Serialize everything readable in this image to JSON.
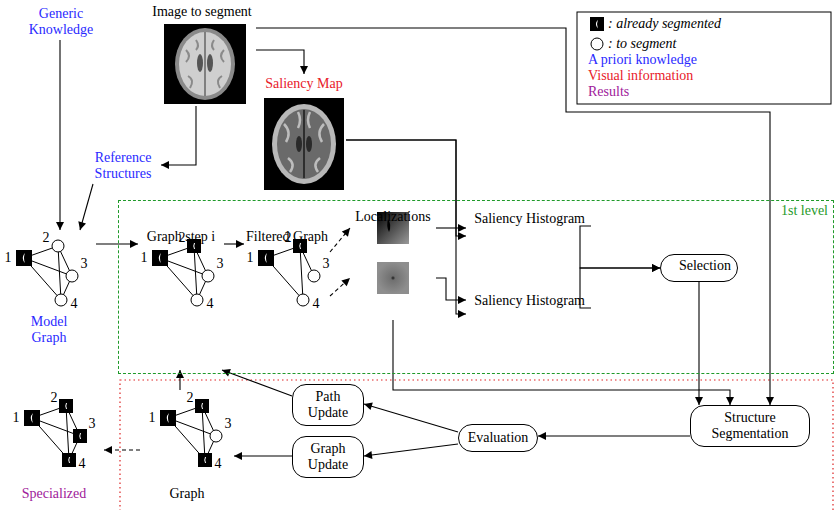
{
  "diagram": {
    "nodes": [
      {
        "text": [
          "Generic Knowledge"
        ]
      },
      {
        "text": [
          "Image to segment"
        ]
      },
      {
        "text": [
          "Reference Structures"
        ]
      },
      {
        "text": [
          "Saliency Map"
        ]
      },
      {
        "text": [
          "Model Graph"
        ]
      },
      {
        "text": [
          "1st level"
        ]
      },
      {
        "text": [
          "Graph step i"
        ],
        "in": 5
      },
      {
        "text": [
          "Filtered Graph"
        ],
        "in": 5
      },
      {
        "text": [
          "Localizations"
        ],
        "in": 5
      },
      {
        "text": [
          "Saliency Histogram"
        ],
        "in": 5
      },
      {
        "text": [
          "Saliency Histogram"
        ],
        "in": 5
      },
      {
        "text": [
          "Selection"
        ],
        "in": 5
      },
      {
        "text": [
          "Structure Segmentation"
        ]
      },
      {
        "text": [
          "Evaluation"
        ]
      },
      {
        "text": [
          "Path Update"
        ]
      },
      {
        "text": [
          "Graph Update"
        ]
      },
      {
        "text": [
          "Graph"
        ]
      },
      {
        "text": [
          "Specialized"
        ]
      }
    ],
    "edges": [
      {
        "from": 0,
        "to": 4,
        "arrow": "to"
      },
      {
        "from": 2,
        "to": 4,
        "arrow": "to"
      },
      {
        "from": 1,
        "to": 2,
        "arrow": "to"
      },
      {
        "from": 1,
        "to": 3,
        "arrow": "to"
      },
      {
        "from": 1,
        "to": 12,
        "arrow": "to"
      },
      {
        "from": 4,
        "to": 6,
        "arrow": "to"
      },
      {
        "from": 6,
        "to": 7,
        "arrow": "to"
      },
      {
        "from": 7,
        "to": 8,
        "arrow": "to"
      },
      {
        "from": 7,
        "to": 8,
        "arrow": "to"
      },
      {
        "from": 8,
        "to": 9,
        "arrow": "to"
      },
      {
        "from": 8,
        "to": 10,
        "arrow": "to"
      },
      {
        "from": 3,
        "to": 9,
        "arrow": "to"
      },
      {
        "from": 3,
        "to": 10,
        "arrow": "to"
      },
      {
        "from": 9,
        "to": 11,
        "arrow": "to"
      },
      {
        "from": 10,
        "to": 11,
        "arrow": "to"
      },
      {
        "from": 11,
        "to": 12,
        "arrow": "to"
      },
      {
        "from": 8,
        "to": 12,
        "arrow": "to"
      },
      {
        "from": 12,
        "to": 13,
        "arrow": "to"
      },
      {
        "from": 13,
        "to": 14,
        "arrow": "to"
      },
      {
        "from": 13,
        "to": 15,
        "arrow": "to"
      },
      {
        "from": 14,
        "to": 6,
        "arrow": "to"
      },
      {
        "from": 15,
        "to": 16,
        "arrow": "to"
      },
      {
        "from": 16,
        "to": 6,
        "arrow": "to"
      },
      {
        "from": 16,
        "to": 17,
        "arrow": "to"
      }
    ],
    "labels": [
      "1",
      "2",
      "3",
      "4",
      "1",
      "2",
      "3",
      "4",
      "1",
      "2",
      "3",
      "4",
      "1",
      "2",
      "3",
      "4",
      "1",
      "2",
      "3",
      "4"
    ],
    "legend": [
      {
        "text": ": already segmented"
      },
      {
        "text": ": to segment"
      },
      {
        "text": "A priori knowledge",
        "color": "#2a2aff"
      },
      {
        "text": "Visual information",
        "color": "#e8202a"
      },
      {
        "text": "Results",
        "color": "#a0209a"
      }
    ]
  }
}
